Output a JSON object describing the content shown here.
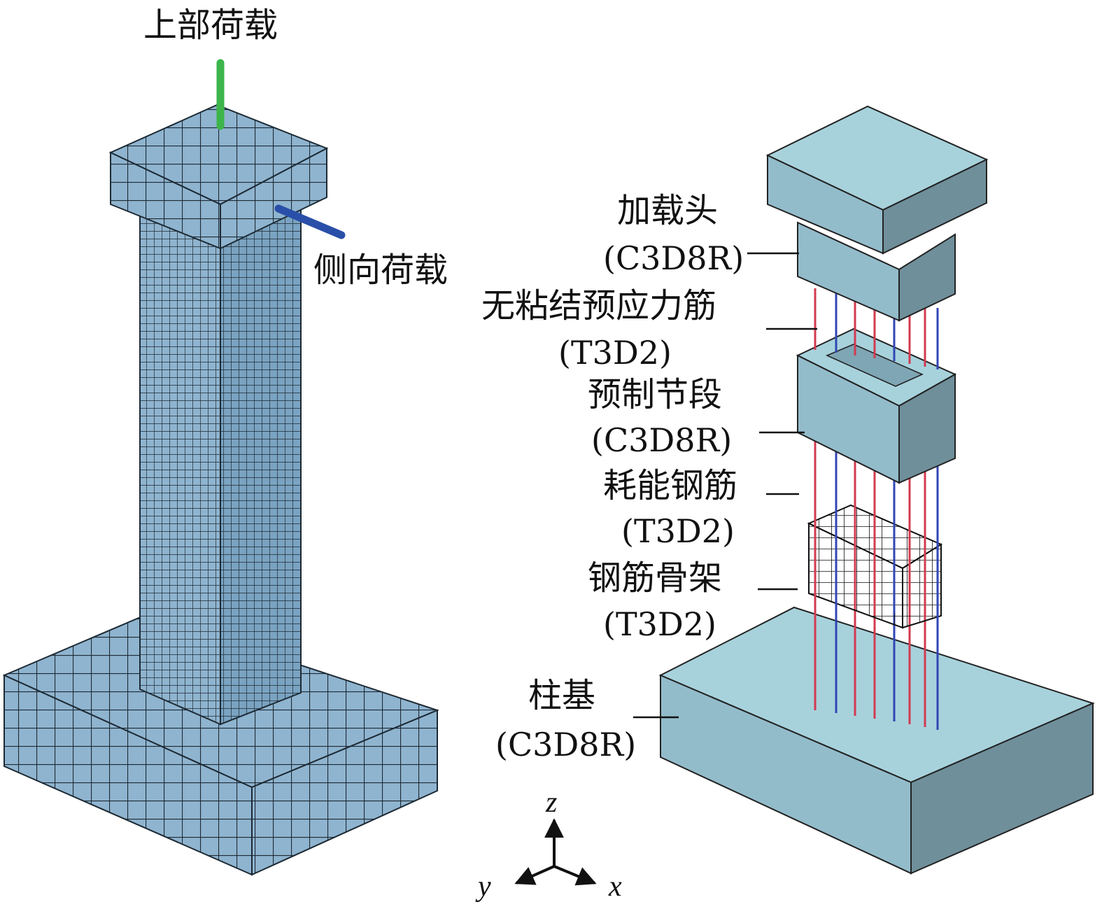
{
  "left_model": {
    "load_labels": {
      "vertical": "上部荷载",
      "lateral": "侧向荷载"
    },
    "arrow_colors": {
      "vertical": "#3cb54a",
      "lateral": "#2a4fa8"
    },
    "mesh_color": "#8fb4cf"
  },
  "right_model": {
    "components": [
      {
        "name": "加载头",
        "element": "(C3D8R)"
      },
      {
        "name": "无粘结预应力筋",
        "element": "(T3D2)"
      },
      {
        "name": "预制节段",
        "element": "(C3D8R)"
      },
      {
        "name": "耗能钢筋",
        "element": "(T3D2)"
      },
      {
        "name": "钢筋骨架",
        "element": "(T3D2)"
      },
      {
        "name": "柱基",
        "element": "(C3D8R)"
      }
    ],
    "solid_color": "#9cc4d0",
    "tendon_colors": {
      "prestress": "#d23b4f",
      "energy": "#3246b4"
    }
  },
  "axes": {
    "z": "z",
    "y": "y",
    "x": "x"
  }
}
